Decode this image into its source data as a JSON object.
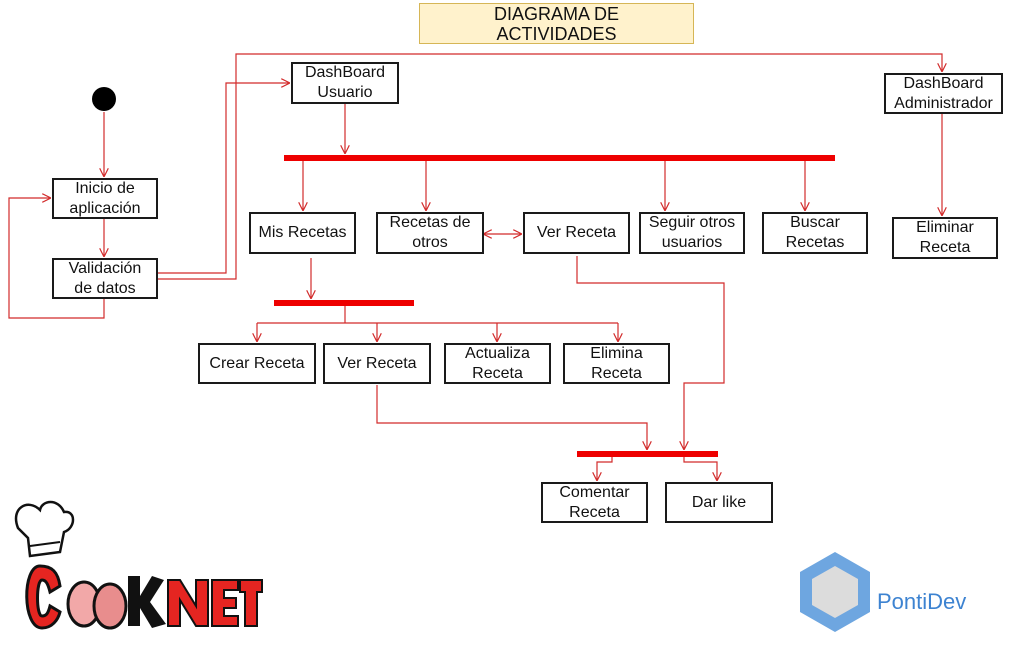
{
  "title": "DIAGRAMA DE\nACTIVIDADES",
  "nodes": {
    "inicio": "Inicio de\naplicación",
    "validacion": "Validación\nde datos",
    "dash_usuario": "DashBoard\nUsuario",
    "dash_admin": "DashBoard\nAdministrador",
    "eliminar_receta_admin": "Eliminar\nReceta",
    "mis_recetas": "Mis Recetas",
    "recetas_otros": "Recetas de\notros",
    "ver_receta_top": "Ver Receta",
    "seguir_usuarios": "Seguir otros\nusuarios",
    "buscar_recetas": "Buscar\nRecetas",
    "crear_receta": "Crear Receta",
    "ver_receta_sub": "Ver Receta",
    "actualiza_receta": "Actualiza\nReceta",
    "elimina_receta": "Elimina\nReceta",
    "comentar_receta": "Comentar\nReceta",
    "dar_like": "Dar like"
  },
  "logos": {
    "cooknet": "COOKNET",
    "pontidev": "PontiDev"
  },
  "colors": {
    "arrow": "#d22b2b",
    "bar": "#ee0000",
    "title_fill": "#fff2cc",
    "pontidev": "#3d83d1"
  }
}
